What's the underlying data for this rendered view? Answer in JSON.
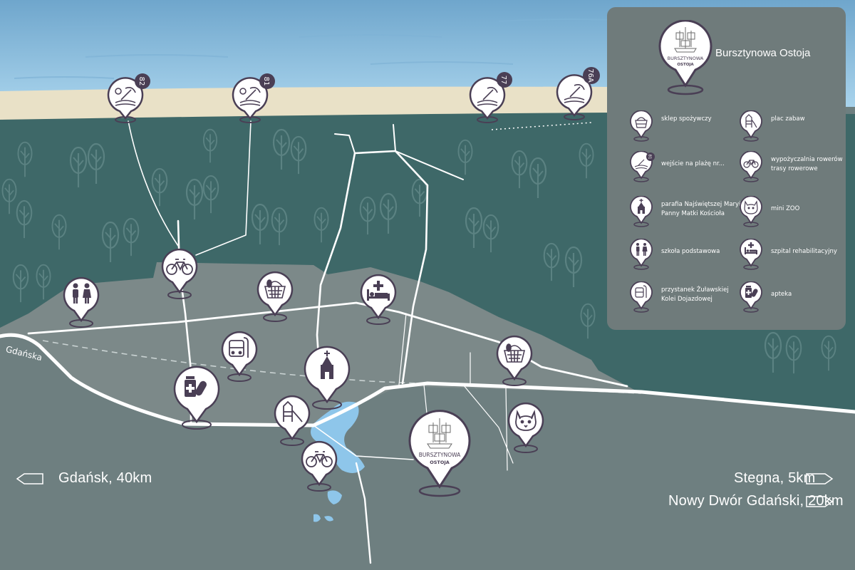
{
  "legend": {
    "title": "Bursztynowa Ostoja",
    "logo_text_top": "BURSZTYNOWA",
    "logo_text_bottom": "OSTOJA",
    "items": [
      {
        "icon": "basket-icon",
        "label": "sklep spożywczy"
      },
      {
        "icon": "playground-icon",
        "label": "plac zabaw"
      },
      {
        "icon": "beach-entrance-icon",
        "label": "wejście na plażę nr...",
        "badge": "81"
      },
      {
        "icon": "bicycle-icon",
        "label": "wypożyczalnia rowerów trasy rowerowe"
      },
      {
        "icon": "church-icon",
        "label": "parafia Najświętszej Maryi Panny Matki Kościoła"
      },
      {
        "icon": "cat-icon",
        "label": "mini ZOO"
      },
      {
        "icon": "school-icon",
        "label": "szkoła podstawowa"
      },
      {
        "icon": "hospital-bed-icon",
        "label": "szpital rehabilitacyjny"
      },
      {
        "icon": "bus-icon",
        "label": "przystanek Żuławskiej Kolei Dojazdowej"
      },
      {
        "icon": "pharmacy-icon",
        "label": "apteka"
      }
    ]
  },
  "beach_entrances": [
    "82",
    "81",
    "77",
    "76A"
  ],
  "road_name": "Gdańska",
  "directions": {
    "left": "Gdańsk, 40km",
    "right_1": "Stegna, 5km",
    "right_2": "Nowy Dwór Gdański, 20km"
  },
  "colors": {
    "sea": "#8fc3e3",
    "sand": "#e9e1c7",
    "forest": "#3e6868",
    "land": "#6e7f80",
    "village": "#7c8989",
    "legend_bg": "#6f7b7b",
    "pin_ring": "#4a3f55",
    "lake": "#8ec6ea"
  }
}
